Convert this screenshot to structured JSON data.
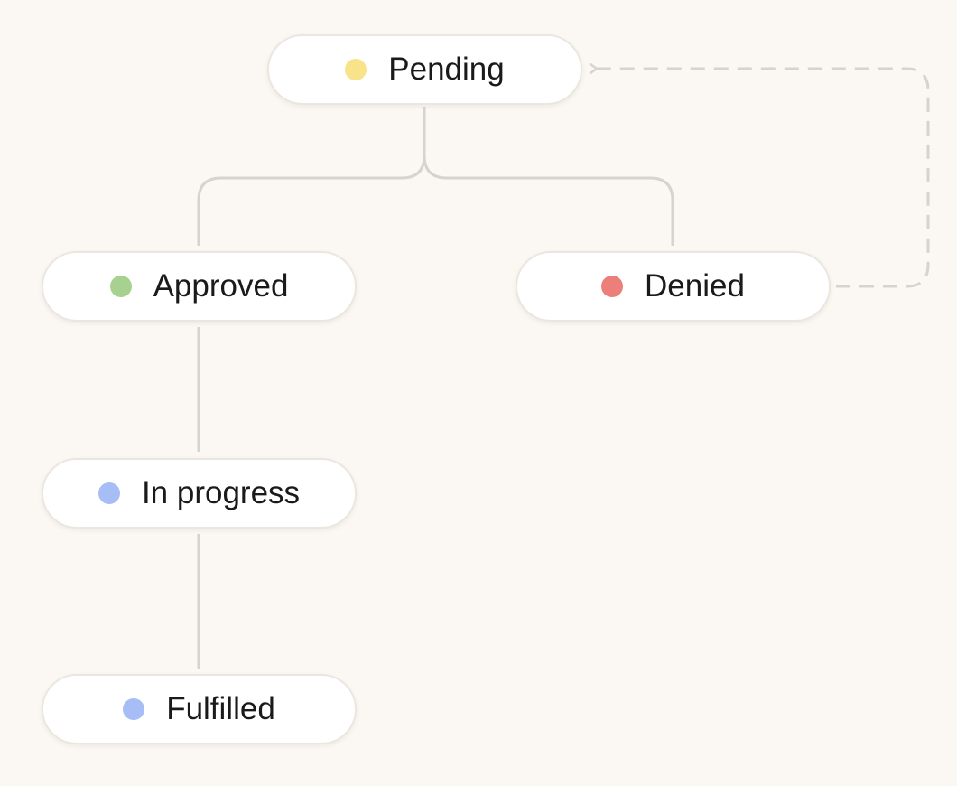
{
  "nodes": {
    "pending": {
      "label": "Pending",
      "dot_color": "#f8e38a"
    },
    "approved": {
      "label": "Approved",
      "dot_color": "#a6d18f"
    },
    "denied": {
      "label": "Denied",
      "dot_color": "#ec7f7a"
    },
    "in_progress": {
      "label": "In progress",
      "dot_color": "#a7bdf5"
    },
    "fulfilled": {
      "label": "Fulfilled",
      "dot_color": "#a7bdf5"
    }
  },
  "edges": [
    {
      "from": "pending",
      "to": "approved",
      "style": "solid"
    },
    {
      "from": "pending",
      "to": "denied",
      "style": "solid"
    },
    {
      "from": "approved",
      "to": "in_progress",
      "style": "solid"
    },
    {
      "from": "in_progress",
      "to": "fulfilled",
      "style": "solid"
    },
    {
      "from": "denied",
      "to": "pending",
      "style": "dashed"
    }
  ],
  "colors": {
    "background": "#fbf7f2",
    "connector": "#d6d4d0"
  }
}
